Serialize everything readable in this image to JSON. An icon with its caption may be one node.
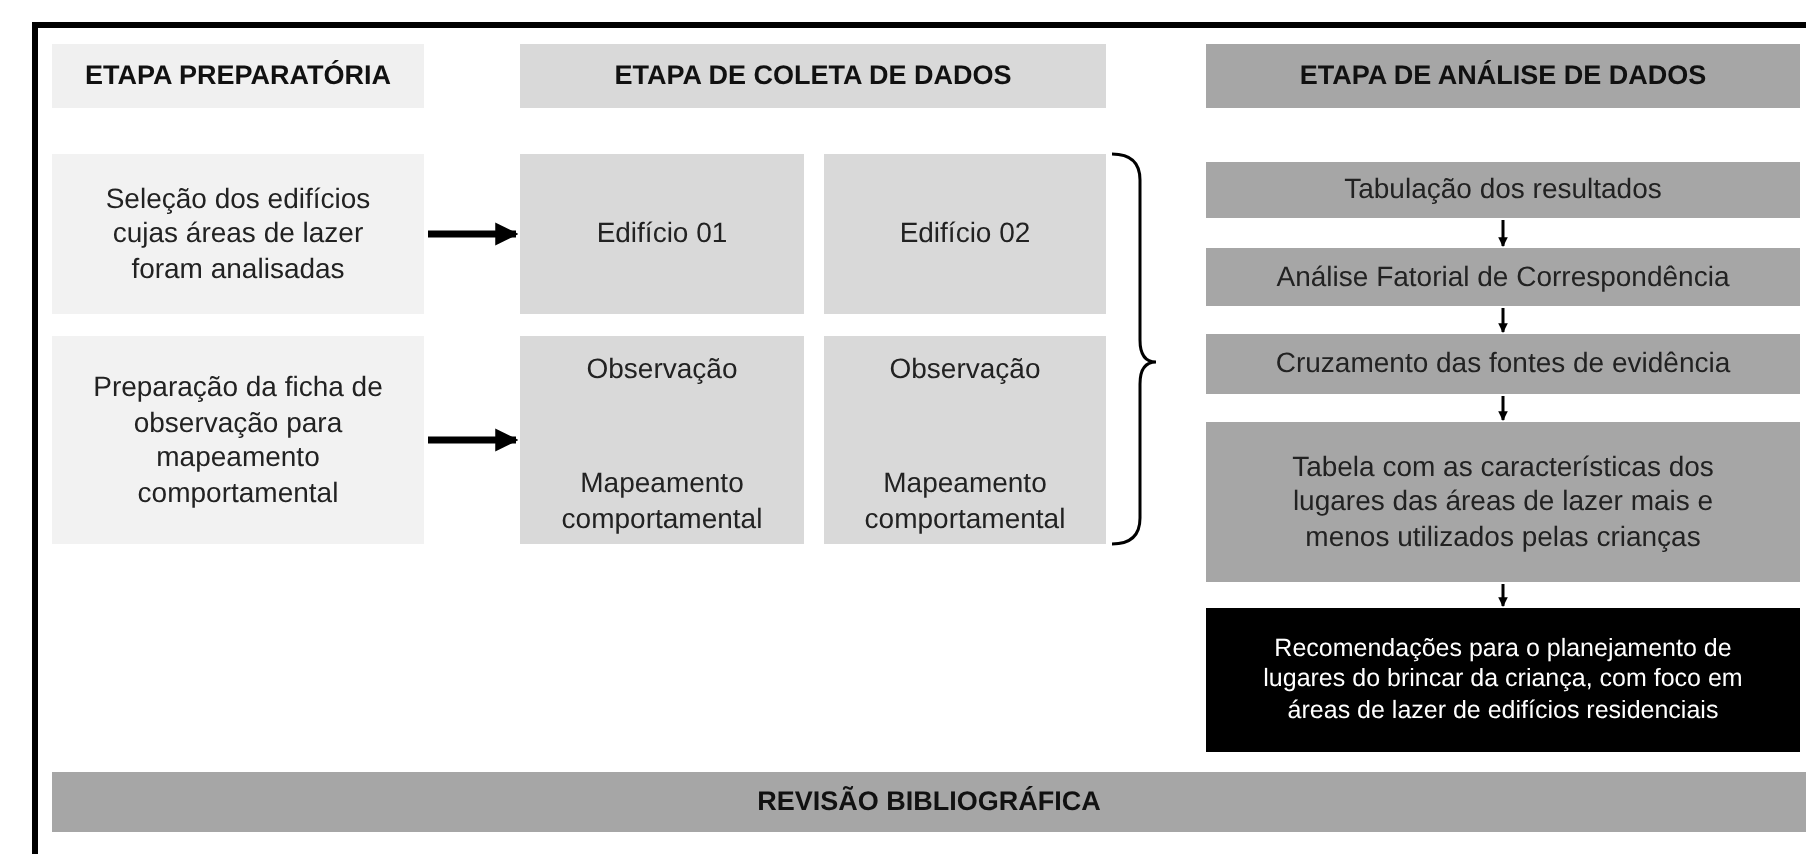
{
  "diagram": {
    "nodes": [
      {
        "text": [
          "ETAPA PREPARATÓRIA"
        ]
      },
      {
        "text": [
          "ETAPA DE COLETA DE DADOS"
        ]
      },
      {
        "text": [
          "ETAPA DE ANÁLISE DE DADOS"
        ]
      },
      {
        "text": [
          "Seleção dos edifícios cujas áreas de lazer foram analisadas"
        ]
      },
      {
        "text": [
          "Edifício 01"
        ]
      },
      {
        "text": [
          "Edifício 02"
        ]
      },
      {
        "text": [
          "Preparação da ficha de observação para mapeamento comportamental"
        ]
      },
      {
        "text": [
          "Observação",
          "Mapeamento comportamental"
        ]
      },
      {
        "text": [
          "Observação",
          "Mapeamento comportamental"
        ]
      },
      {
        "text": [
          "Tabulação dos resultados"
        ]
      },
      {
        "text": [
          "Análise Fatorial de Correspondência"
        ]
      },
      {
        "text": [
          "Cruzamento das fontes de evidência"
        ]
      },
      {
        "text": [
          "Tabela com as características dos lugares das áreas de lazer mais e menos utilizados pelas crianças"
        ]
      },
      {
        "text": [
          "Recomendações para o planejamento de lugares do brincar da criança, com foco em áreas de lazer de edifícios residenciais"
        ]
      },
      {
        "text": [
          "REVISÃO BIBLIOGRÁFICA"
        ]
      }
    ],
    "edges": [
      {
        "from": 3,
        "to": 4,
        "arrow": "to",
        "style": "thick"
      },
      {
        "from": 6,
        "to": 7,
        "arrow": "to",
        "style": "thick"
      },
      {
        "from": 9,
        "to": 10,
        "arrow": "to"
      },
      {
        "from": 10,
        "to": 11,
        "arrow": "to"
      },
      {
        "from": 11,
        "to": 12,
        "arrow": "to"
      },
      {
        "from": 12,
        "to": 13,
        "arrow": "to"
      }
    ]
  }
}
